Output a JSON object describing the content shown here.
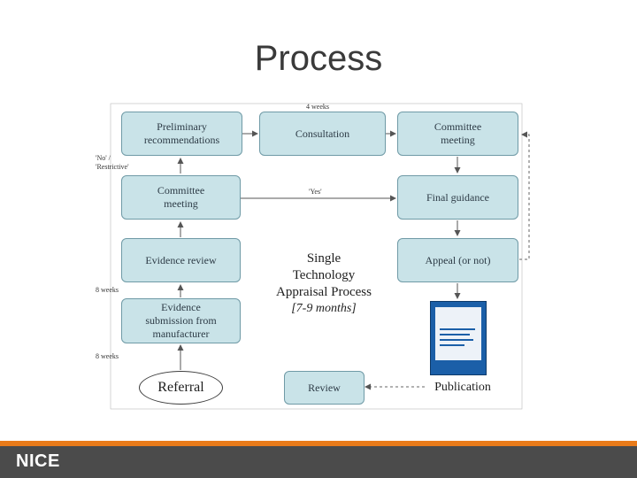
{
  "slide": {
    "title": "Process"
  },
  "boxes": {
    "preliminary": "Preliminary\nrecommendations",
    "consultation": "Consultation",
    "committee_top": "Committee\nmeeting",
    "committee_mid": "Committee\nmeeting",
    "final_guidance": "Final guidance",
    "evidence_review": "Evidence review",
    "appeal": "Appeal (or not)",
    "evidence_submission": "Evidence\nsubmission from\nmanufacturer",
    "review": "Review"
  },
  "oval": {
    "referral": "Referral"
  },
  "labels": {
    "four_weeks": "4 weeks",
    "no_restrictive": "'No' /\n'Restrictive'",
    "yes": "'Yes'",
    "eight_weeks_a": "8 weeks",
    "eight_weeks_b": "8 weeks"
  },
  "center": {
    "title": "Single\nTechnology\nAppraisal Process",
    "duration": "[7-9 months]"
  },
  "publication": {
    "label": "Publication"
  },
  "footer": {
    "logo": "NICE"
  },
  "colors": {
    "box_fill": "#c9e3e8",
    "box_border": "#6f9aa6",
    "footer_accent": "#e97b1a",
    "footer_bg": "#4b4b4b",
    "cover_blue": "#1b5fa8"
  }
}
